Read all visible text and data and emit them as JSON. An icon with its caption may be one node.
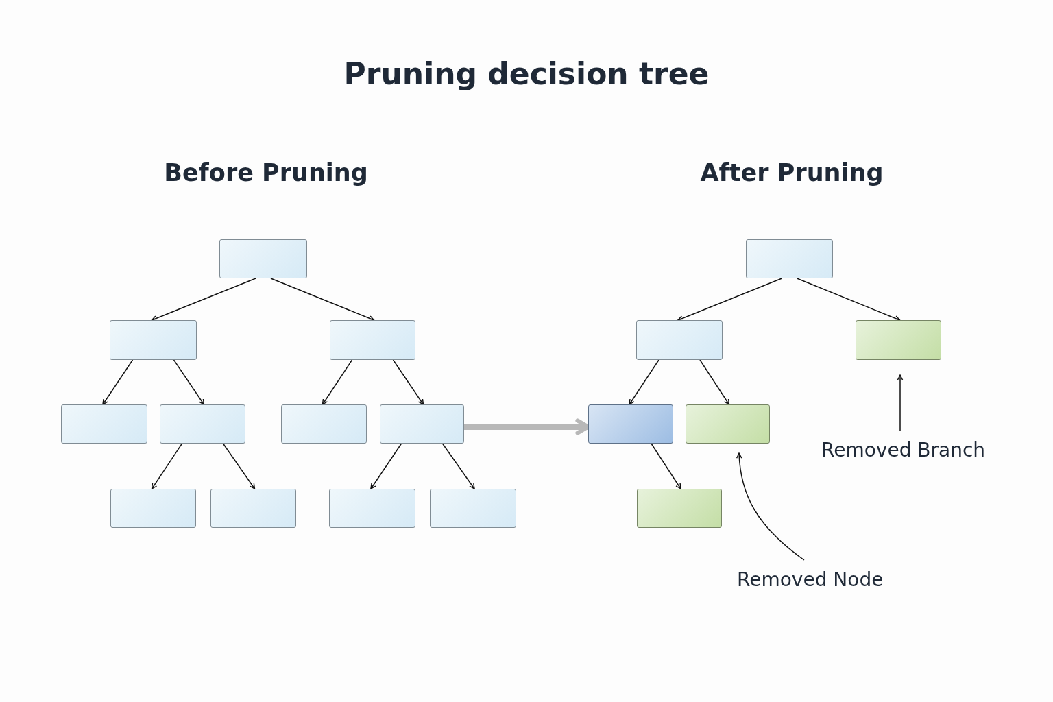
{
  "diagram": {
    "title": "Pruning decision tree",
    "nodes": [
      {
        "text": [],
        "shape": "box"
      },
      {
        "text": [],
        "shape": "box"
      },
      {
        "text": [],
        "shape": "box"
      },
      {
        "text": [],
        "shape": "box"
      },
      {
        "text": [],
        "shape": "box"
      },
      {
        "text": [],
        "shape": "box"
      },
      {
        "text": [],
        "shape": "box"
      },
      {
        "text": [],
        "shape": "box"
      },
      {
        "text": [],
        "shape": "box"
      },
      {
        "text": [],
        "shape": "box"
      },
      {
        "text": [],
        "shape": "box"
      },
      {
        "text": [],
        "shape": "box"
      },
      {
        "text": [],
        "shape": "box"
      },
      {
        "text": [],
        "shape": "box"
      },
      {
        "text": [],
        "shape": "box"
      },
      {
        "text": [],
        "shape": "box"
      },
      {
        "text": [],
        "shape": "box"
      },
      {
        "text": [
          "Removed Branch"
        ]
      },
      {
        "text": [
          "Removed Node"
        ]
      }
    ],
    "edges": [
      {
        "from": 0,
        "to": 1,
        "arrow": "to"
      },
      {
        "from": 0,
        "to": 2,
        "arrow": "to"
      },
      {
        "from": 1,
        "to": 3,
        "arrow": "to"
      },
      {
        "from": 1,
        "to": 4,
        "arrow": "to"
      },
      {
        "from": 2,
        "to": 5,
        "arrow": "to"
      },
      {
        "from": 2,
        "to": 6,
        "arrow": "to"
      },
      {
        "from": 4,
        "to": 7,
        "arrow": "to"
      },
      {
        "from": 4,
        "to": 8,
        "arrow": "to"
      },
      {
        "from": 6,
        "to": 9,
        "arrow": "to"
      },
      {
        "from": 6,
        "to": 10,
        "arrow": "to"
      },
      {
        "from": 11,
        "to": 12,
        "arrow": "to"
      },
      {
        "from": 11,
        "to": 13,
        "arrow": "to"
      },
      {
        "from": 12,
        "to": 14,
        "arrow": "to"
      },
      {
        "from": 12,
        "to": 15,
        "arrow": "to"
      },
      {
        "from": 14,
        "to": 16,
        "arrow": "to"
      },
      {
        "from": 17,
        "to": 13,
        "arrow": "to"
      },
      {
        "from": 18,
        "to": 15,
        "arrow": "to"
      },
      {
        "from": 6,
        "to": 14,
        "arrow": "to",
        "style": "thick",
        "color": "#b8b8b8"
      }
    ],
    "labels": [
      "Before Pruning",
      "After Pruning"
    ]
  }
}
